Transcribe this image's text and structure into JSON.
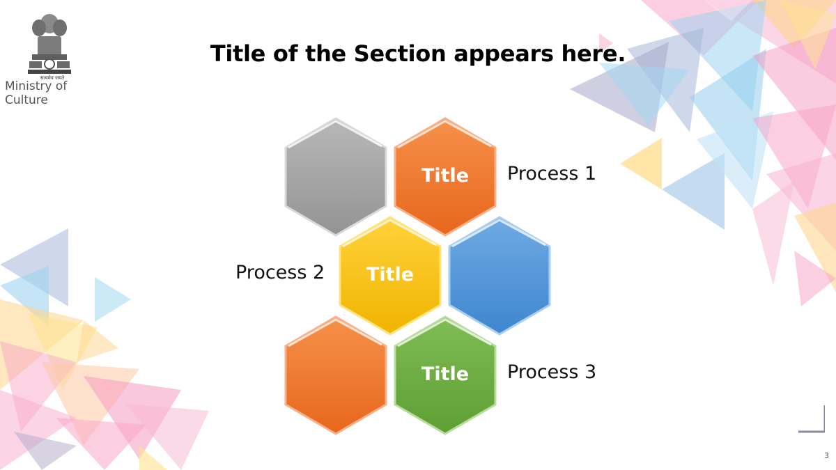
{
  "header": {
    "ministry_label": "Ministry of Culture",
    "emblem_motto": "सत्यमेव जयते",
    "slide_title": "Title of the Section appears here."
  },
  "diagram": {
    "hexagons": [
      {
        "id": "gray",
        "label": "",
        "color": "#a7a7a7"
      },
      {
        "id": "orange-top",
        "label": "Title",
        "color": "#ee6f22"
      },
      {
        "id": "yellow",
        "label": "Title",
        "color": "#ffc000"
      },
      {
        "id": "blue",
        "label": "",
        "color": "#4e94d6"
      },
      {
        "id": "orange-bottom",
        "label": "",
        "color": "#ee6f22"
      },
      {
        "id": "green",
        "label": "Title",
        "color": "#6aac3f"
      }
    ],
    "processes": [
      "Process 1",
      "Process 2",
      "Process 3"
    ]
  },
  "footer": {
    "page_number": "3"
  }
}
